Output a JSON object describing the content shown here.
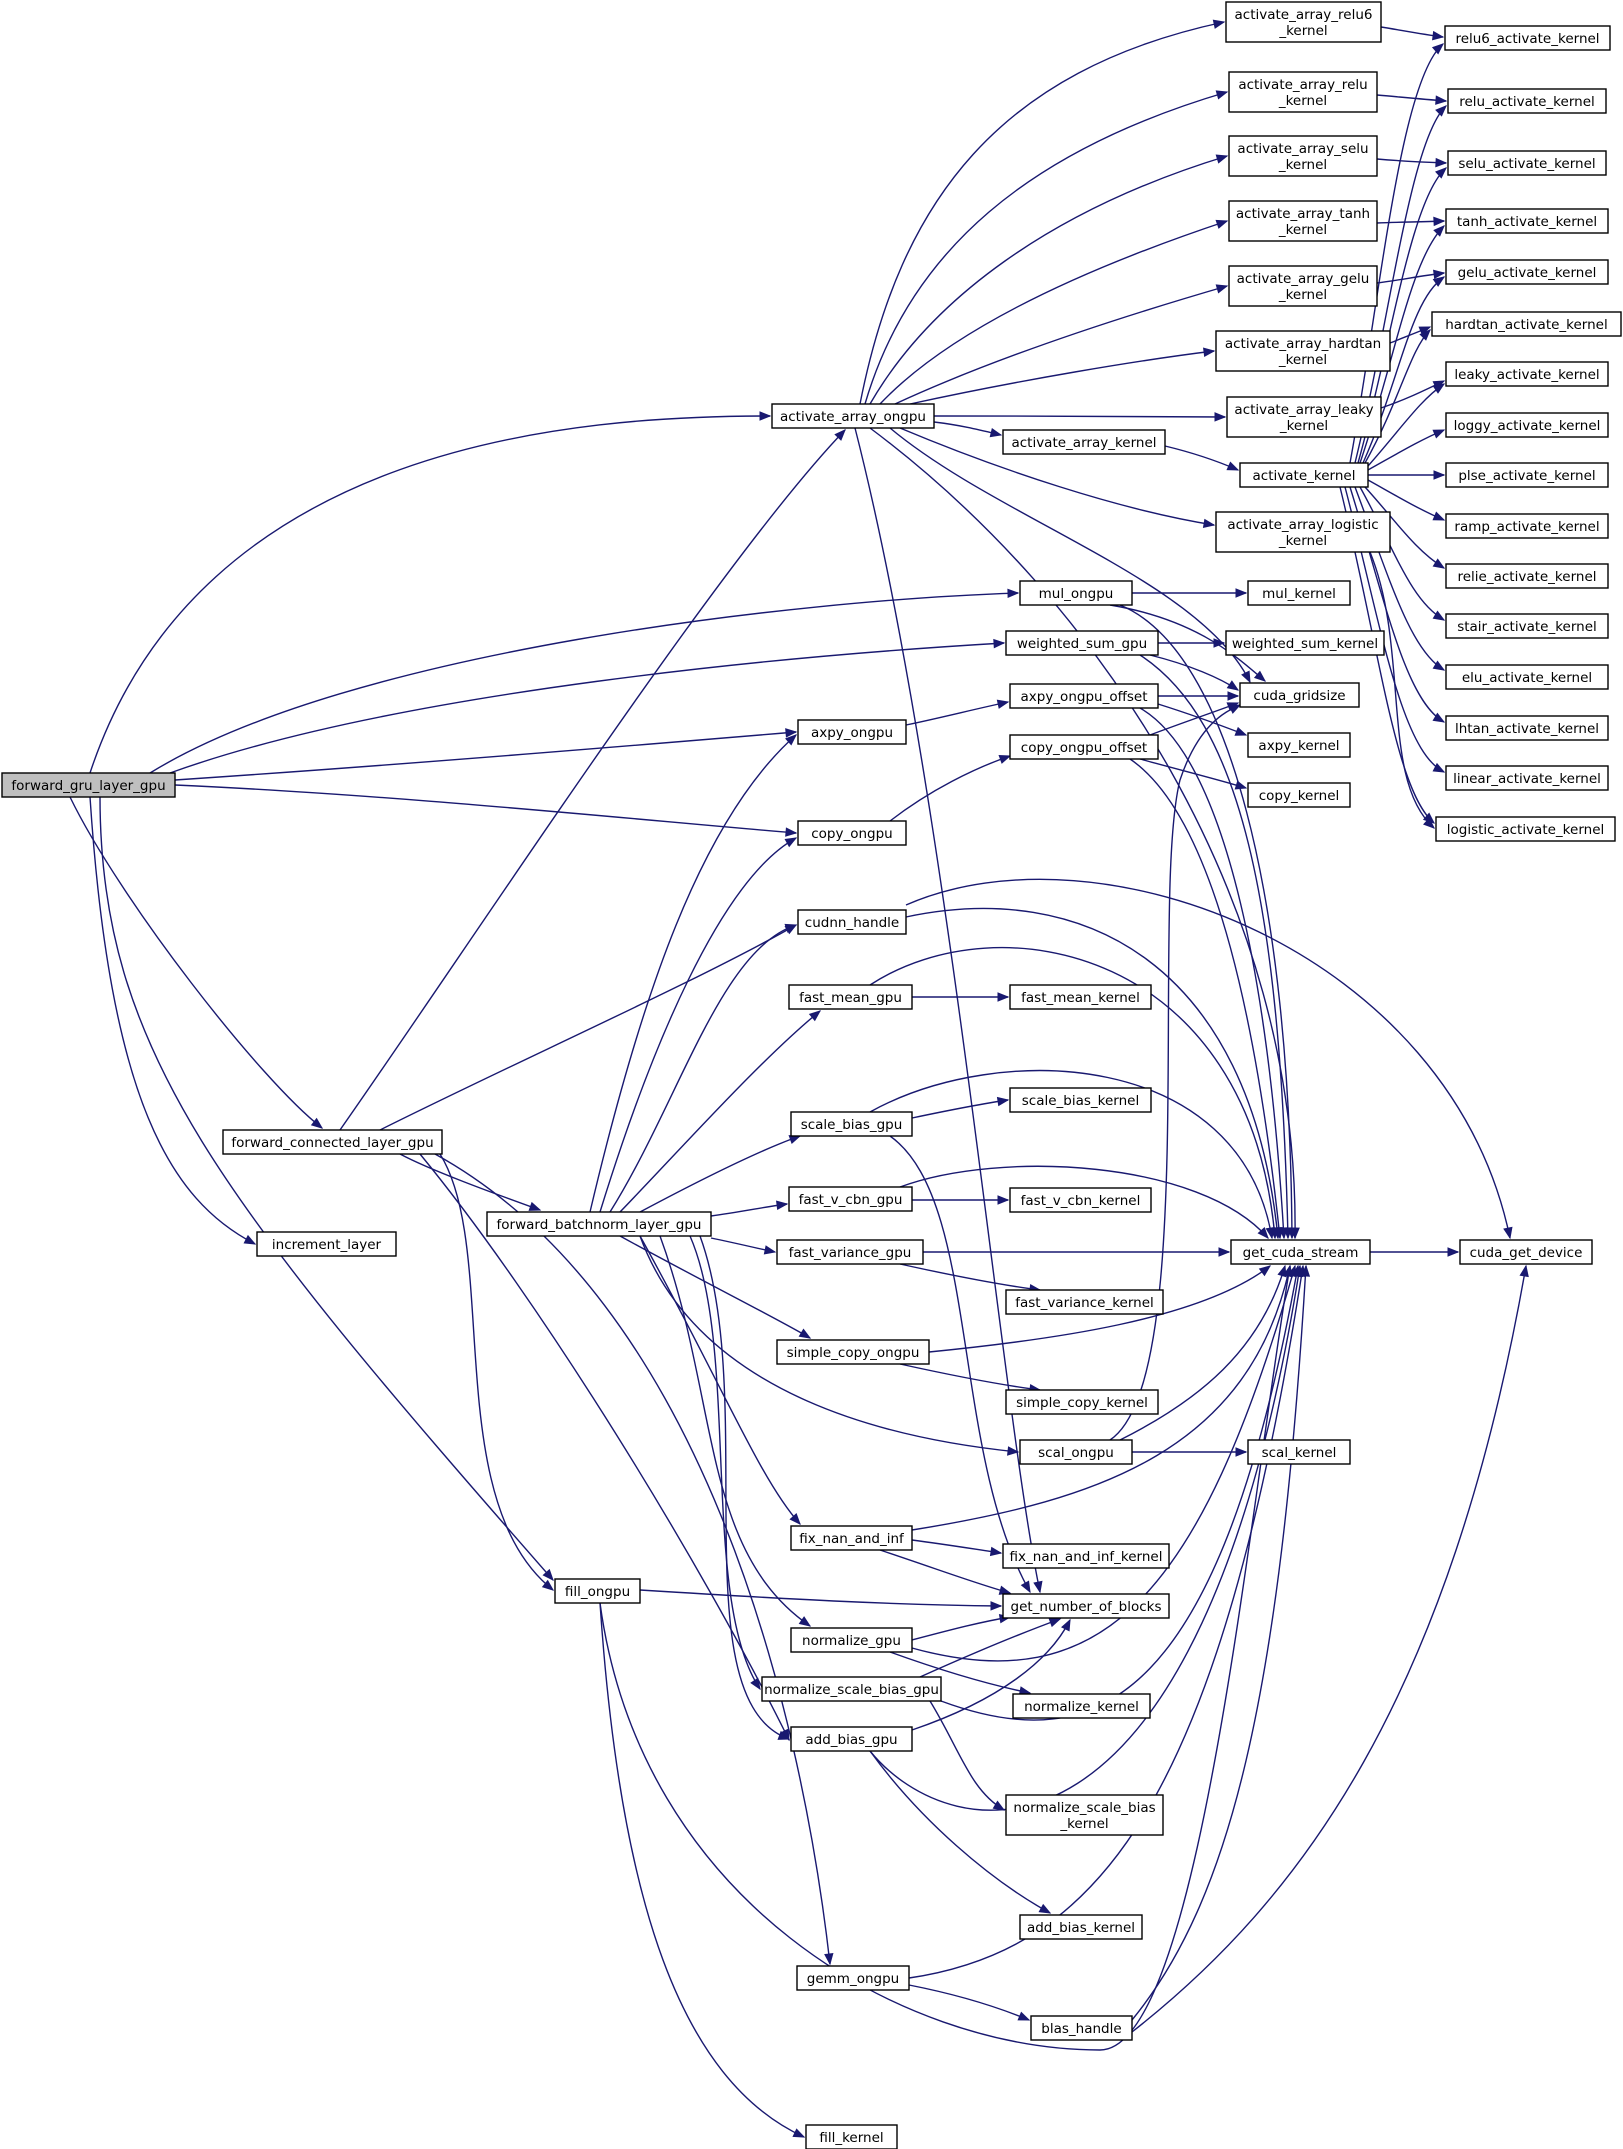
{
  "graph": {
    "nodes": [
      {
        "id": "forward_gru_layer_gpu",
        "lines": [
          "forward_gru_layer_gpu"
        ],
        "root": true
      },
      {
        "id": "activate_array_ongpu",
        "lines": [
          "activate_array_ongpu"
        ]
      },
      {
        "id": "forward_connected_layer_gpu",
        "lines": [
          "forward_connected_layer_gpu"
        ]
      },
      {
        "id": "increment_layer",
        "lines": [
          "increment_layer"
        ]
      },
      {
        "id": "forward_batchnorm_layer_gpu",
        "lines": [
          "forward_batchnorm_layer_gpu"
        ]
      },
      {
        "id": "mul_ongpu",
        "lines": [
          "mul_ongpu"
        ]
      },
      {
        "id": "weighted_sum_gpu",
        "lines": [
          "weighted_sum_gpu"
        ]
      },
      {
        "id": "axpy_ongpu",
        "lines": [
          "axpy_ongpu"
        ]
      },
      {
        "id": "copy_ongpu",
        "lines": [
          "copy_ongpu"
        ]
      },
      {
        "id": "cudnn_handle",
        "lines": [
          "cudnn_handle"
        ]
      },
      {
        "id": "fast_mean_gpu",
        "lines": [
          "fast_mean_gpu"
        ]
      },
      {
        "id": "scale_bias_gpu",
        "lines": [
          "scale_bias_gpu"
        ]
      },
      {
        "id": "fast_v_cbn_gpu",
        "lines": [
          "fast_v_cbn_gpu"
        ]
      },
      {
        "id": "fast_variance_gpu",
        "lines": [
          "fast_variance_gpu"
        ]
      },
      {
        "id": "simple_copy_ongpu",
        "lines": [
          "simple_copy_ongpu"
        ]
      },
      {
        "id": "scal_ongpu",
        "lines": [
          "scal_ongpu"
        ]
      },
      {
        "id": "fix_nan_and_inf",
        "lines": [
          "fix_nan_and_inf"
        ]
      },
      {
        "id": "fill_ongpu",
        "lines": [
          "fill_ongpu"
        ]
      },
      {
        "id": "normalize_gpu",
        "lines": [
          "normalize_gpu"
        ]
      },
      {
        "id": "normalize_scale_bias_gpu",
        "lines": [
          "normalize_scale_bias_gpu"
        ]
      },
      {
        "id": "add_bias_gpu",
        "lines": [
          "add_bias_gpu"
        ]
      },
      {
        "id": "gemm_ongpu",
        "lines": [
          "gemm_ongpu"
        ]
      },
      {
        "id": "fill_kernel",
        "lines": [
          "fill_kernel"
        ]
      },
      {
        "id": "activate_array_kernel",
        "lines": [
          "activate_array_kernel"
        ]
      },
      {
        "id": "axpy_ongpu_offset",
        "lines": [
          "axpy_ongpu_offset"
        ]
      },
      {
        "id": "copy_ongpu_offset",
        "lines": [
          "copy_ongpu_offset"
        ]
      },
      {
        "id": "fast_mean_kernel",
        "lines": [
          "fast_mean_kernel"
        ]
      },
      {
        "id": "scale_bias_kernel",
        "lines": [
          "scale_bias_kernel"
        ]
      },
      {
        "id": "fast_v_cbn_kernel",
        "lines": [
          "fast_v_cbn_kernel"
        ]
      },
      {
        "id": "fast_variance_kernel",
        "lines": [
          "fast_variance_kernel"
        ]
      },
      {
        "id": "simple_copy_kernel",
        "lines": [
          "simple_copy_kernel"
        ]
      },
      {
        "id": "fix_nan_and_inf_kernel",
        "lines": [
          "fix_nan_and_inf_kernel"
        ]
      },
      {
        "id": "get_number_of_blocks",
        "lines": [
          "get_number_of_blocks"
        ]
      },
      {
        "id": "normalize_kernel",
        "lines": [
          "normalize_kernel"
        ]
      },
      {
        "id": "normalize_scale_bias_kernel",
        "lines": [
          "normalize_scale_bias",
          "_kernel"
        ]
      },
      {
        "id": "add_bias_kernel",
        "lines": [
          "add_bias_kernel"
        ]
      },
      {
        "id": "blas_handle",
        "lines": [
          "blas_handle"
        ]
      },
      {
        "id": "activate_array_relu6_kernel",
        "lines": [
          "activate_array_relu6",
          "_kernel"
        ]
      },
      {
        "id": "activate_array_relu_kernel",
        "lines": [
          "activate_array_relu",
          "_kernel"
        ]
      },
      {
        "id": "activate_array_selu_kernel",
        "lines": [
          "activate_array_selu",
          "_kernel"
        ]
      },
      {
        "id": "activate_array_tanh_kernel",
        "lines": [
          "activate_array_tanh",
          "_kernel"
        ]
      },
      {
        "id": "activate_array_gelu_kernel",
        "lines": [
          "activate_array_gelu",
          "_kernel"
        ]
      },
      {
        "id": "activate_array_hardtan_kernel",
        "lines": [
          "activate_array_hardtan",
          "_kernel"
        ]
      },
      {
        "id": "activate_array_leaky_kernel",
        "lines": [
          "activate_array_leaky",
          "_kernel"
        ]
      },
      {
        "id": "activate_kernel",
        "lines": [
          "activate_kernel"
        ]
      },
      {
        "id": "activate_array_logistic_kernel",
        "lines": [
          "activate_array_logistic",
          "_kernel"
        ]
      },
      {
        "id": "mul_kernel",
        "lines": [
          "mul_kernel"
        ]
      },
      {
        "id": "weighted_sum_kernel",
        "lines": [
          "weighted_sum_kernel"
        ]
      },
      {
        "id": "cuda_gridsize",
        "lines": [
          "cuda_gridsize"
        ]
      },
      {
        "id": "axpy_kernel",
        "lines": [
          "axpy_kernel"
        ]
      },
      {
        "id": "copy_kernel",
        "lines": [
          "copy_kernel"
        ]
      },
      {
        "id": "get_cuda_stream",
        "lines": [
          "get_cuda_stream"
        ]
      },
      {
        "id": "scal_kernel",
        "lines": [
          "scal_kernel"
        ]
      },
      {
        "id": "relu6_activate_kernel",
        "lines": [
          "relu6_activate_kernel"
        ]
      },
      {
        "id": "relu_activate_kernel",
        "lines": [
          "relu_activate_kernel"
        ]
      },
      {
        "id": "selu_activate_kernel",
        "lines": [
          "selu_activate_kernel"
        ]
      },
      {
        "id": "tanh_activate_kernel",
        "lines": [
          "tanh_activate_kernel"
        ]
      },
      {
        "id": "gelu_activate_kernel",
        "lines": [
          "gelu_activate_kernel"
        ]
      },
      {
        "id": "hardtan_activate_kernel",
        "lines": [
          "hardtan_activate_kernel"
        ]
      },
      {
        "id": "leaky_activate_kernel",
        "lines": [
          "leaky_activate_kernel"
        ]
      },
      {
        "id": "loggy_activate_kernel",
        "lines": [
          "loggy_activate_kernel"
        ]
      },
      {
        "id": "plse_activate_kernel",
        "lines": [
          "plse_activate_kernel"
        ]
      },
      {
        "id": "ramp_activate_kernel",
        "lines": [
          "ramp_activate_kernel"
        ]
      },
      {
        "id": "relie_activate_kernel",
        "lines": [
          "relie_activate_kernel"
        ]
      },
      {
        "id": "stair_activate_kernel",
        "lines": [
          "stair_activate_kernel"
        ]
      },
      {
        "id": "elu_activate_kernel",
        "lines": [
          "elu_activate_kernel"
        ]
      },
      {
        "id": "lhtan_activate_kernel",
        "lines": [
          "lhtan_activate_kernel"
        ]
      },
      {
        "id": "linear_activate_kernel",
        "lines": [
          "linear_activate_kernel"
        ]
      },
      {
        "id": "logistic_activate_kernel",
        "lines": [
          "logistic_activate_kernel"
        ]
      },
      {
        "id": "cuda_get_device",
        "lines": [
          "cuda_get_device"
        ]
      }
    ],
    "edges": [
      [
        "forward_gru_layer_gpu",
        "activate_array_ongpu"
      ],
      [
        "forward_gru_layer_gpu",
        "mul_ongpu"
      ],
      [
        "forward_gru_layer_gpu",
        "weighted_sum_gpu"
      ],
      [
        "forward_gru_layer_gpu",
        "axpy_ongpu"
      ],
      [
        "forward_gru_layer_gpu",
        "copy_ongpu"
      ],
      [
        "forward_gru_layer_gpu",
        "forward_connected_layer_gpu"
      ],
      [
        "forward_gru_layer_gpu",
        "increment_layer"
      ],
      [
        "forward_gru_layer_gpu",
        "fill_ongpu"
      ],
      [
        "forward_connected_layer_gpu",
        "activate_array_ongpu"
      ],
      [
        "forward_connected_layer_gpu",
        "cudnn_handle"
      ],
      [
        "forward_connected_layer_gpu",
        "forward_batchnorm_layer_gpu"
      ],
      [
        "forward_connected_layer_gpu",
        "fill_ongpu"
      ],
      [
        "forward_connected_layer_gpu",
        "add_bias_gpu"
      ],
      [
        "forward_connected_layer_gpu",
        "gemm_ongpu"
      ],
      [
        "forward_batchnorm_layer_gpu",
        "axpy_ongpu"
      ],
      [
        "forward_batchnorm_layer_gpu",
        "copy_ongpu"
      ],
      [
        "forward_batchnorm_layer_gpu",
        "cudnn_handle"
      ],
      [
        "forward_batchnorm_layer_gpu",
        "fast_mean_gpu"
      ],
      [
        "forward_batchnorm_layer_gpu",
        "scale_bias_gpu"
      ],
      [
        "forward_batchnorm_layer_gpu",
        "fast_v_cbn_gpu"
      ],
      [
        "forward_batchnorm_layer_gpu",
        "fast_variance_gpu"
      ],
      [
        "forward_batchnorm_layer_gpu",
        "simple_copy_ongpu"
      ],
      [
        "forward_batchnorm_layer_gpu",
        "scal_ongpu"
      ],
      [
        "forward_batchnorm_layer_gpu",
        "fix_nan_and_inf"
      ],
      [
        "forward_batchnorm_layer_gpu",
        "normalize_gpu"
      ],
      [
        "forward_batchnorm_layer_gpu",
        "normalize_scale_bias_gpu"
      ],
      [
        "forward_batchnorm_layer_gpu",
        "add_bias_gpu"
      ],
      [
        "activate_array_ongpu",
        "activate_array_relu6_kernel"
      ],
      [
        "activate_array_ongpu",
        "activate_array_relu_kernel"
      ],
      [
        "activate_array_ongpu",
        "activate_array_selu_kernel"
      ],
      [
        "activate_array_ongpu",
        "activate_array_tanh_kernel"
      ],
      [
        "activate_array_ongpu",
        "activate_array_gelu_kernel"
      ],
      [
        "activate_array_ongpu",
        "activate_array_hardtan_kernel"
      ],
      [
        "activate_array_ongpu",
        "activate_array_leaky_kernel"
      ],
      [
        "activate_array_ongpu",
        "activate_array_kernel"
      ],
      [
        "activate_array_ongpu",
        "activate_array_logistic_kernel"
      ],
      [
        "activate_array_ongpu",
        "cuda_gridsize"
      ],
      [
        "activate_array_ongpu",
        "get_cuda_stream"
      ],
      [
        "activate_array_ongpu",
        "get_number_of_blocks"
      ],
      [
        "activate_array_kernel",
        "activate_kernel"
      ],
      [
        "activate_array_logistic_kernel",
        "logistic_activate_kernel"
      ],
      [
        "activate_array_relu6_kernel",
        "relu6_activate_kernel"
      ],
      [
        "activate_array_relu_kernel",
        "relu_activate_kernel"
      ],
      [
        "activate_array_selu_kernel",
        "selu_activate_kernel"
      ],
      [
        "activate_array_tanh_kernel",
        "tanh_activate_kernel"
      ],
      [
        "activate_array_gelu_kernel",
        "gelu_activate_kernel"
      ],
      [
        "activate_array_hardtan_kernel",
        "hardtan_activate_kernel"
      ],
      [
        "activate_array_leaky_kernel",
        "leaky_activate_kernel"
      ],
      [
        "activate_kernel",
        "relu6_activate_kernel"
      ],
      [
        "activate_kernel",
        "relu_activate_kernel"
      ],
      [
        "activate_kernel",
        "selu_activate_kernel"
      ],
      [
        "activate_kernel",
        "tanh_activate_kernel"
      ],
      [
        "activate_kernel",
        "gelu_activate_kernel"
      ],
      [
        "activate_kernel",
        "hardtan_activate_kernel"
      ],
      [
        "activate_kernel",
        "leaky_activate_kernel"
      ],
      [
        "activate_kernel",
        "loggy_activate_kernel"
      ],
      [
        "activate_kernel",
        "plse_activate_kernel"
      ],
      [
        "activate_kernel",
        "ramp_activate_kernel"
      ],
      [
        "activate_kernel",
        "relie_activate_kernel"
      ],
      [
        "activate_kernel",
        "stair_activate_kernel"
      ],
      [
        "activate_kernel",
        "elu_activate_kernel"
      ],
      [
        "activate_kernel",
        "lhtan_activate_kernel"
      ],
      [
        "activate_kernel",
        "linear_activate_kernel"
      ],
      [
        "activate_kernel",
        "logistic_activate_kernel"
      ],
      [
        "mul_ongpu",
        "mul_kernel"
      ],
      [
        "mul_ongpu",
        "cuda_gridsize"
      ],
      [
        "mul_ongpu",
        "get_cuda_stream"
      ],
      [
        "weighted_sum_gpu",
        "weighted_sum_kernel"
      ],
      [
        "weighted_sum_gpu",
        "cuda_gridsize"
      ],
      [
        "weighted_sum_gpu",
        "get_cuda_stream"
      ],
      [
        "axpy_ongpu",
        "axpy_ongpu_offset"
      ],
      [
        "axpy_ongpu_offset",
        "cuda_gridsize"
      ],
      [
        "axpy_ongpu_offset",
        "axpy_kernel"
      ],
      [
        "axpy_ongpu_offset",
        "get_cuda_stream"
      ],
      [
        "copy_ongpu",
        "copy_ongpu_offset"
      ],
      [
        "copy_ongpu_offset",
        "cuda_gridsize"
      ],
      [
        "copy_ongpu_offset",
        "copy_kernel"
      ],
      [
        "copy_ongpu_offset",
        "get_cuda_stream"
      ],
      [
        "cudnn_handle",
        "get_cuda_stream"
      ],
      [
        "cudnn_handle",
        "cuda_get_device"
      ],
      [
        "fast_mean_gpu",
        "fast_mean_kernel"
      ],
      [
        "fast_mean_gpu",
        "get_cuda_stream"
      ],
      [
        "scale_bias_gpu",
        "scale_bias_kernel"
      ],
      [
        "scale_bias_gpu",
        "get_cuda_stream"
      ],
      [
        "scale_bias_gpu",
        "get_number_of_blocks"
      ],
      [
        "fast_v_cbn_gpu",
        "fast_v_cbn_kernel"
      ],
      [
        "fast_v_cbn_gpu",
        "get_cuda_stream"
      ],
      [
        "fast_variance_gpu",
        "get_cuda_stream"
      ],
      [
        "fast_variance_gpu",
        "fast_variance_kernel"
      ],
      [
        "simple_copy_ongpu",
        "get_cuda_stream"
      ],
      [
        "simple_copy_ongpu",
        "simple_copy_kernel"
      ],
      [
        "scal_ongpu",
        "cuda_gridsize"
      ],
      [
        "scal_ongpu",
        "get_cuda_stream"
      ],
      [
        "scal_ongpu",
        "scal_kernel"
      ],
      [
        "fix_nan_and_inf",
        "get_cuda_stream"
      ],
      [
        "fix_nan_and_inf",
        "fix_nan_and_inf_kernel"
      ],
      [
        "fix_nan_and_inf",
        "get_number_of_blocks"
      ],
      [
        "fill_ongpu",
        "get_number_of_blocks"
      ],
      [
        "fill_ongpu",
        "get_cuda_stream"
      ],
      [
        "fill_ongpu",
        "fill_kernel"
      ],
      [
        "normalize_gpu",
        "get_number_of_blocks"
      ],
      [
        "normalize_gpu",
        "normalize_kernel"
      ],
      [
        "normalize_gpu",
        "get_cuda_stream"
      ],
      [
        "normalize_scale_bias_gpu",
        "get_number_of_blocks"
      ],
      [
        "normalize_scale_bias_gpu",
        "normalize_scale_bias_kernel"
      ],
      [
        "normalize_scale_bias_gpu",
        "get_cuda_stream"
      ],
      [
        "add_bias_gpu",
        "get_number_of_blocks"
      ],
      [
        "add_bias_gpu",
        "get_cuda_stream"
      ],
      [
        "add_bias_gpu",
        "add_bias_kernel"
      ],
      [
        "gemm_ongpu",
        "get_cuda_stream"
      ],
      [
        "gemm_ongpu",
        "blas_handle"
      ],
      [
        "blas_handle",
        "get_cuda_stream"
      ],
      [
        "blas_handle",
        "cuda_get_device"
      ],
      [
        "get_cuda_stream",
        "cuda_get_device"
      ]
    ]
  }
}
